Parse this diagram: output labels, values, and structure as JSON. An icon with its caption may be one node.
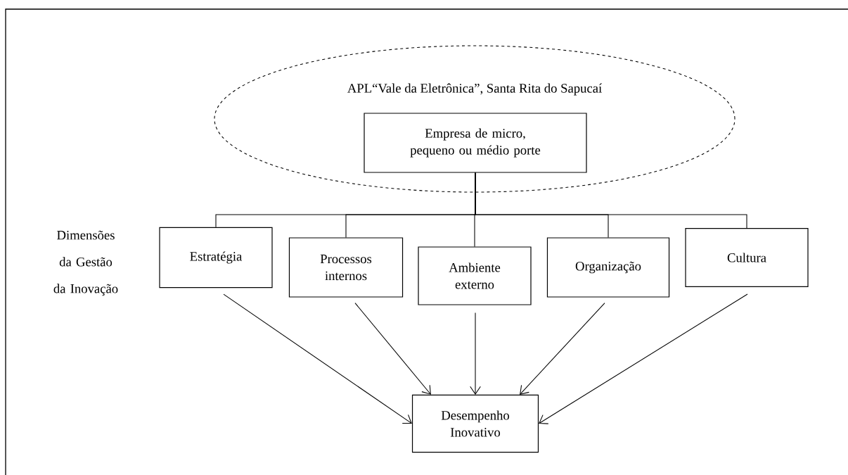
{
  "diagram": {
    "nodes": [
      {
        "text": [
          "APL“Vale  da Eletrônica”, Santa Rita do Sapucaí"
        ]
      },
      {
        "text": [
          "Empresa de micro, pequeno ou médio porte"
        ],
        "in": 0
      },
      {
        "text": [
          "Estratégia"
        ]
      },
      {
        "text": [
          "Processos internos"
        ]
      },
      {
        "text": [
          "Ambiente externo"
        ]
      },
      {
        "text": [
          "Organização"
        ]
      },
      {
        "text": [
          "Cultura"
        ]
      },
      {
        "text": [
          "Desempenho Inovativo"
        ]
      }
    ],
    "edges": [
      {
        "from": 1,
        "to": 2,
        "arrow": "none"
      },
      {
        "from": 1,
        "to": 3,
        "arrow": "none"
      },
      {
        "from": 1,
        "to": 4,
        "arrow": "none"
      },
      {
        "from": 1,
        "to": 5,
        "arrow": "none"
      },
      {
        "from": 1,
        "to": 6,
        "arrow": "none"
      },
      {
        "from": 2,
        "to": 7,
        "arrow": "to"
      },
      {
        "from": 3,
        "to": 7,
        "arrow": "to"
      },
      {
        "from": 4,
        "to": 7,
        "arrow": "to"
      },
      {
        "from": 5,
        "to": 7,
        "arrow": "to"
      },
      {
        "from": 6,
        "to": 7,
        "arrow": "to"
      }
    ],
    "labels": [
      "Dimensões da Gestão da Inovação"
    ]
  }
}
